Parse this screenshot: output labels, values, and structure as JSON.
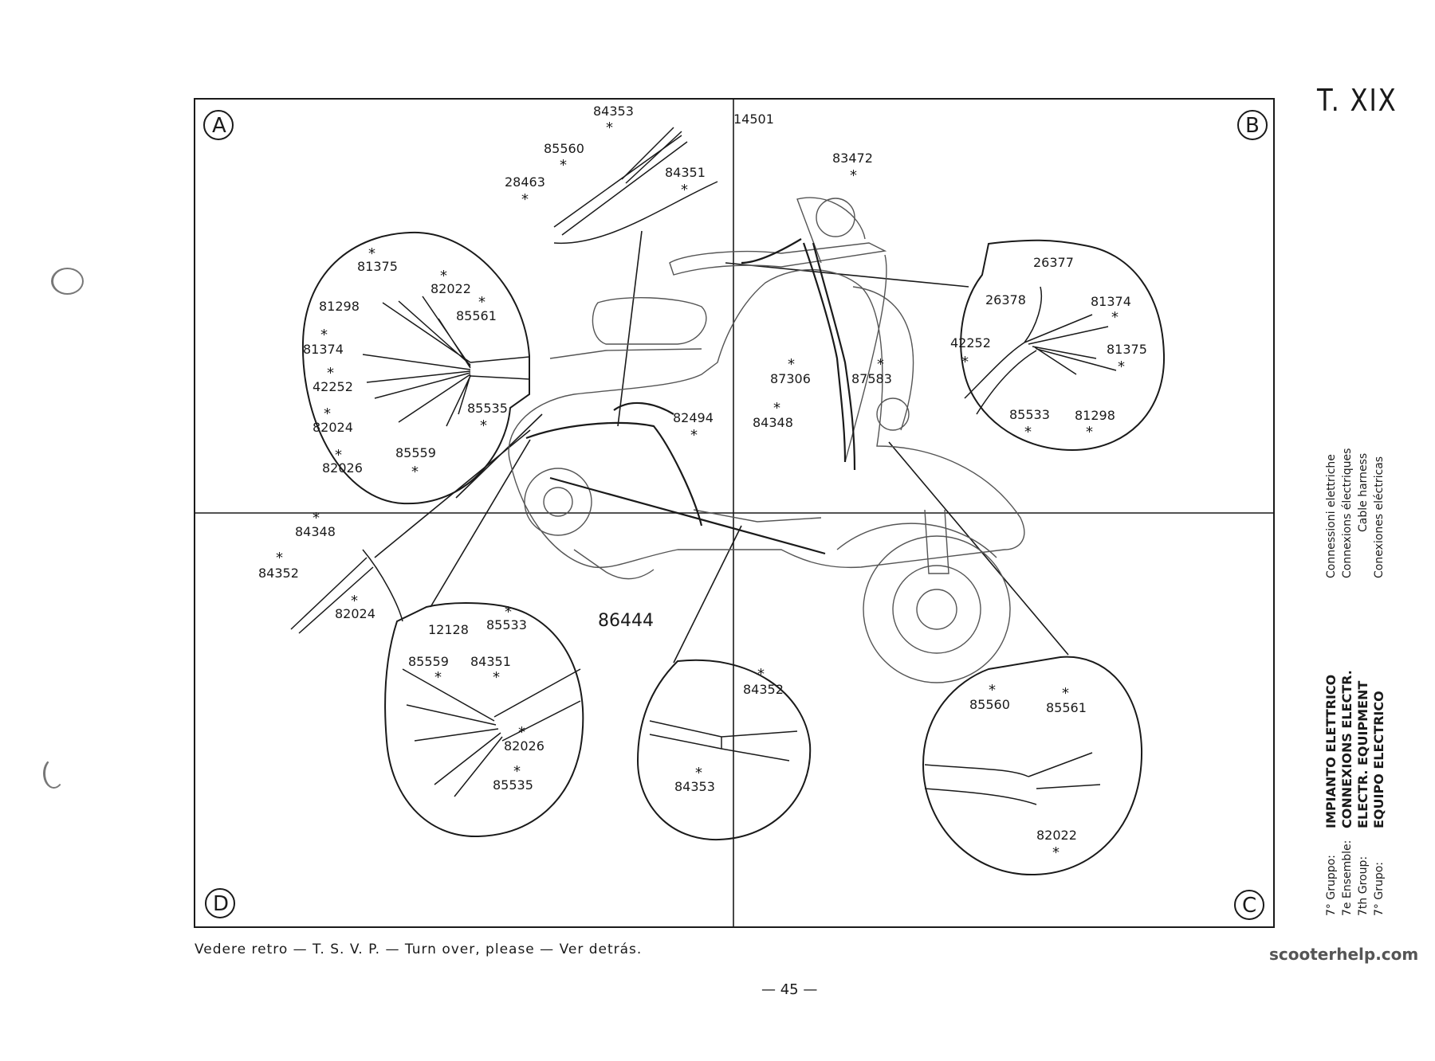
{
  "plate": "T. XIX",
  "corners": {
    "a": "A",
    "b": "B",
    "c": "C",
    "d": "D"
  },
  "caption": "Vedere retro — T. S. V. P. — Turn over, please — Ver detrás.",
  "page_number": "— 45 —",
  "watermark": "scooterhelp.com",
  "captions": {
    "subtitle_lines": [
      "Connessioni elettriche",
      "Connexions électriques",
      "Cable harness",
      "Conexiones eléctricas"
    ],
    "group_lines": [
      {
        "label": "7° Gruppo:",
        "value": "IMPIANTO ELETTRICO"
      },
      {
        "label": "7e Ensemble:",
        "value": "CONNEXIONS ELECTR."
      },
      {
        "label": "7th Group:",
        "value": "ELECTR. EQUIPMENT"
      },
      {
        "label": "7° Grupo:",
        "value": "EQUIPO ELECTRICO"
      }
    ]
  },
  "diagram": {
    "callouts": {
      "p84353_top": "84353",
      "p14501": "14501",
      "p85560_top": "85560",
      "p84351_top": "84351",
      "p28463": "28463",
      "p83472": "83472",
      "l_81375": "81375",
      "l_82022": "82022",
      "l_81298": "81298",
      "l_85561": "85561",
      "l_81374": "81374",
      "l_42252": "42252",
      "l_82024": "82024",
      "l_85535": "85535",
      "l_85559": "85559",
      "l_82026": "82026",
      "r_26377": "26377",
      "r_26378": "26378",
      "r_81374": "81374",
      "r_42252": "42252",
      "r_81375": "81375",
      "r_85533": "85533",
      "r_81298": "81298",
      "m_87306": "87306",
      "m_87583": "87583",
      "m_82494": "82494",
      "m_84348": "84348",
      "m_86444": "86444",
      "d_84348": "84348",
      "d_84352": "84352",
      "d_82024": "82024",
      "b1_12128": "12128",
      "b1_85533": "85533",
      "b1_85559": "85559",
      "b1_84351": "84351",
      "b1_82026": "82026",
      "b1_85535": "85535",
      "b2_84352": "84352",
      "b2_84353": "84353",
      "b3_85560": "85560",
      "b3_85561": "85561",
      "b3_82022": "82022"
    },
    "asterisk": "*"
  }
}
